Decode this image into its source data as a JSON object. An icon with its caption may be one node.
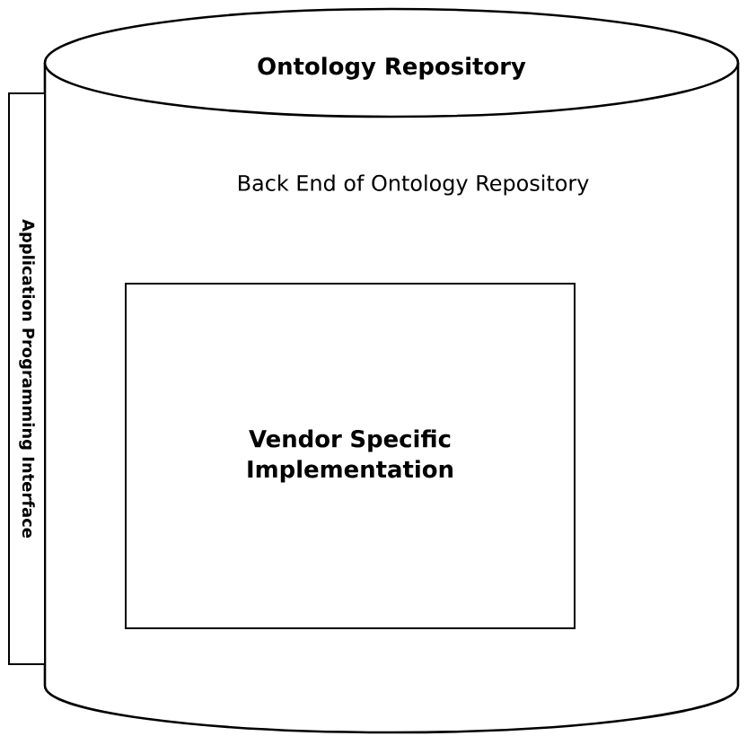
{
  "diagram": {
    "nodes": [
      {
        "text": [
          "Ontology Repository",
          "Back End of Ontology Repository"
        ]
      },
      {
        "text": [
          "Vendor Specific Implementation"
        ],
        "in": 0
      },
      {
        "text": [
          "Application Programming Interface"
        ]
      }
    ]
  }
}
